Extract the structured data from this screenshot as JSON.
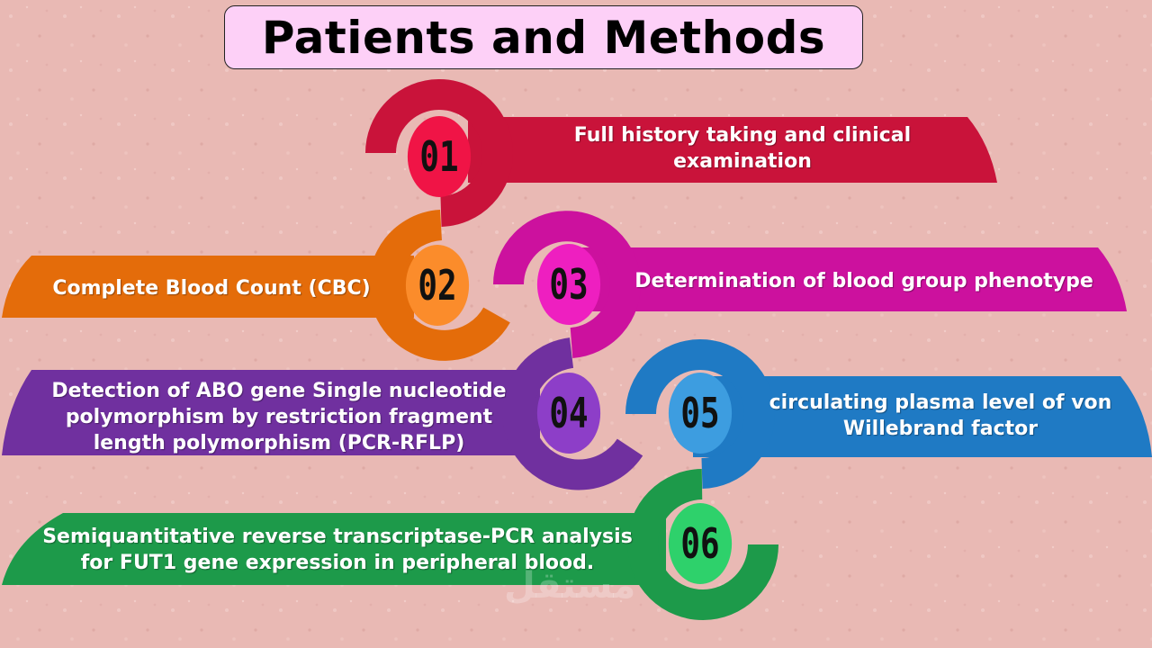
{
  "title": "Patients and Methods",
  "steps": [
    {
      "number": "01",
      "text": "Full history taking and clinical examination",
      "color": "#c9133a",
      "circle": "#f01446"
    },
    {
      "number": "02",
      "text": "Complete Blood Count (CBC)",
      "color": "#e46c0a",
      "circle": "#fb8c2b"
    },
    {
      "number": "03",
      "text": "Determination of blood group phenotype",
      "color": "#cc119e",
      "circle": "#ee1fc0"
    },
    {
      "number": "04",
      "text": "Detection of ABO gene Single nucleotide polymorphism by   restriction fragment length polymorphism (PCR-RFLP)",
      "color": "#70309f",
      "circle": "#8d3ec8"
    },
    {
      "number": "05",
      "text": "circulating plasma level of von Willebrand factor",
      "color": "#1f7ac4",
      "circle": "#3d9de0"
    },
    {
      "number": "06",
      "text": "Semiquantitative reverse transcriptase-PCR analysis for FUT1 gene expression in peripheral blood.",
      "color": "#1d9a4a",
      "circle": "#2ed16b"
    }
  ],
  "watermark": "مستقل"
}
